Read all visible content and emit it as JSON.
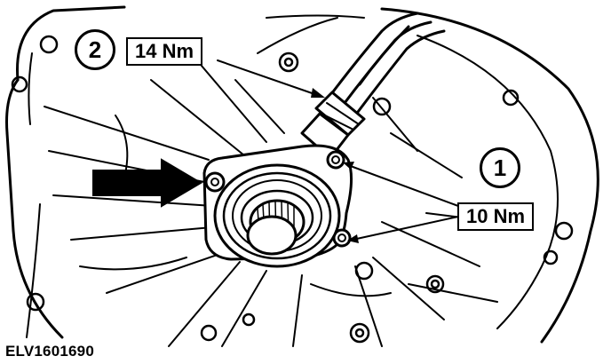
{
  "figure": {
    "callouts": [
      {
        "id": "1",
        "label": "1"
      },
      {
        "id": "2",
        "label": "2"
      }
    ],
    "torque_labels": {
      "cable_fitting": "14 Nm",
      "mounting_bolts": "10 Nm"
    },
    "figure_code": "ELV1601690"
  },
  "colors": {
    "ink": "#000000",
    "paper": "#ffffff"
  },
  "icons": {
    "direction_arrow": "installation-direction-arrow-icon"
  }
}
